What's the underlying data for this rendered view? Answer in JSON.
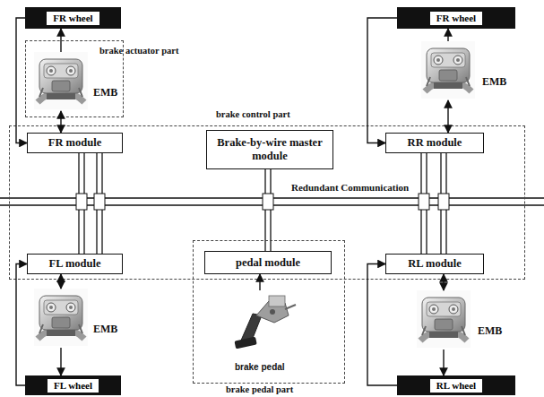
{
  "diagram": {
    "nodes": [
      {
        "text": [
          "FR wheel"
        ]
      },
      {
        "text": [
          "brake actuator part"
        ]
      },
      {
        "text": [
          "EMB"
        ],
        "in": 1
      },
      {
        "text": [
          "FR wheel"
        ]
      },
      {
        "text": [
          "EMB"
        ]
      },
      {
        "text": [
          "brake control part"
        ]
      },
      {
        "text": [
          "FR module"
        ],
        "in": 5
      },
      {
        "text": [
          "Brake-by-wire master module"
        ],
        "in": 5
      },
      {
        "text": [
          "RR module"
        ],
        "in": 5
      },
      {
        "text": [
          "FL module"
        ],
        "in": 5
      },
      {
        "text": [
          "brake pedal part"
        ]
      },
      {
        "text": [
          "pedal module"
        ],
        "in": 10
      },
      {
        "text": [
          "RL module"
        ],
        "in": 5
      },
      {
        "text": [
          "EMB"
        ]
      },
      {
        "text": [
          "brake pedal"
        ],
        "in": 10
      },
      {
        "text": [
          "EMB"
        ]
      },
      {
        "text": [
          "FL wheel"
        ]
      },
      {
        "text": [
          "RL wheel"
        ]
      }
    ],
    "edges": [
      {
        "from": 2,
        "to": 0,
        "arrow": "to"
      },
      {
        "from": 6,
        "to": 2,
        "arrow": "both"
      },
      {
        "from": 0,
        "to": 6,
        "arrow": "to"
      },
      {
        "from": 4,
        "to": 3,
        "arrow": "to"
      },
      {
        "from": 8,
        "to": 4,
        "arrow": "both"
      },
      {
        "from": 3,
        "to": 8,
        "arrow": "to"
      },
      {
        "from": 9,
        "to": 13,
        "arrow": "both"
      },
      {
        "from": 13,
        "to": 16,
        "arrow": "to"
      },
      {
        "from": 16,
        "to": 9,
        "arrow": "to"
      },
      {
        "from": 12,
        "to": 15,
        "arrow": "both"
      },
      {
        "from": 15,
        "to": 17,
        "arrow": "to"
      },
      {
        "from": 17,
        "to": 12,
        "arrow": "to"
      },
      {
        "from": 14,
        "to": 11,
        "arrow": "to"
      }
    ],
    "labels": [
      "Redundant Communication"
    ]
  }
}
